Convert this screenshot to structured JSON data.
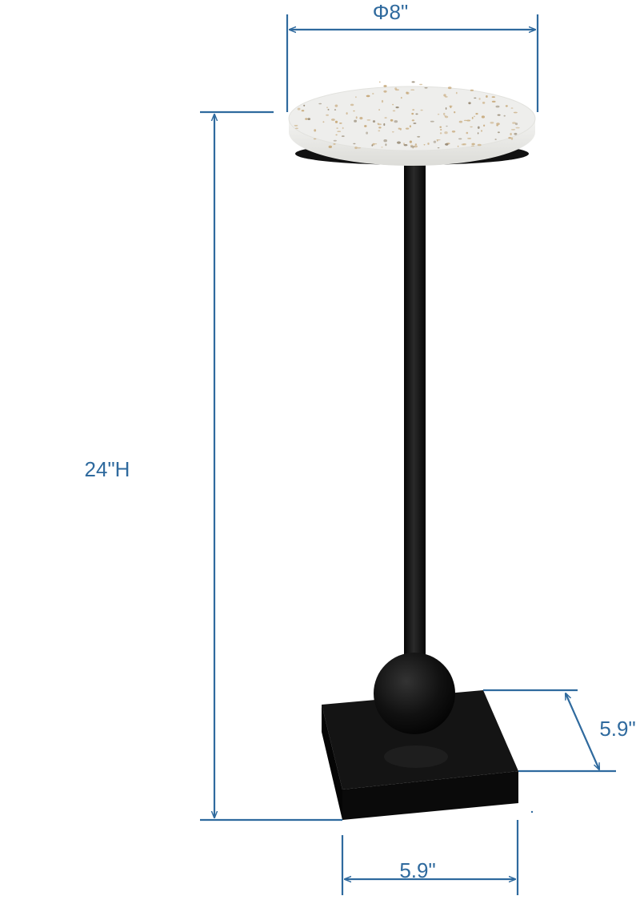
{
  "dimensions": {
    "diameter": "Φ8\"",
    "height": "24\"H",
    "base_depth": "5.9\"",
    "base_width": "5.9\""
  },
  "colors": {
    "dimension_line": "#2f6a9e",
    "table_metal": "#141414",
    "terrazzo_top": "#eeeeec",
    "terrazzo_chip": "#c8ab7e",
    "terrazzo_dark_chip": "#9a8d78"
  },
  "icons": [
    "arrowhead-icon"
  ]
}
